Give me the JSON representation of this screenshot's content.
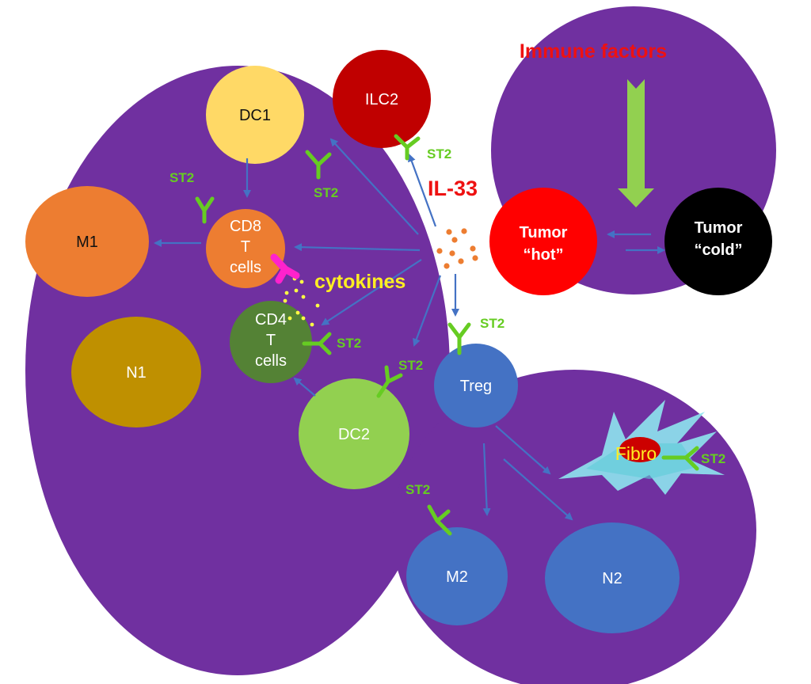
{
  "colors": {
    "compartment": "#7030a0",
    "arrow": "#4472c4",
    "receptor": "#66cc22",
    "receptor_cd8": "#ff22cc",
    "red_text": "#ee1111",
    "yellow_text": "#ffee22"
  },
  "title": "Immune factors",
  "ligand": "IL-33",
  "cytokines_label": "cytokines",
  "receptor_label": "ST2",
  "cells": {
    "dc1": "DC1",
    "ilc2": "ILC2",
    "m1": "M1",
    "cd8_line1": "CD8",
    "cd8_line2": "T",
    "cd8_line3": "cells",
    "cd4_line1": "CD4",
    "cd4_line2": "T",
    "cd4_line3": "cells",
    "n1": "N1",
    "dc2": "DC2",
    "treg": "Treg",
    "m2": "M2",
    "n2": "N2",
    "fibro": "Fibro",
    "tumor_hot_line1": "Tumor",
    "tumor_hot_line2": "“hot”",
    "tumor_cold_line1": "Tumor",
    "tumor_cold_line2": "“cold”"
  }
}
